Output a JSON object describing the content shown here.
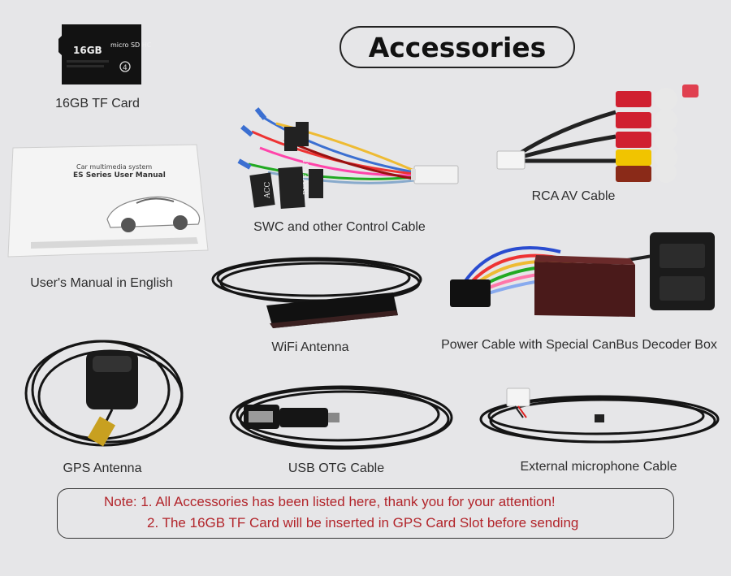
{
  "title": "Accessories",
  "tf_card": {
    "size_label": "16GB",
    "brand": "micro SD HC",
    "class_mark": "4",
    "caption": "16GB TF Card"
  },
  "manual": {
    "line1": "Car multimedia system",
    "line2": "ES Series User Manual",
    "caption": "User's Manual in English"
  },
  "swc_cable": {
    "tag_acc": "ACC",
    "tag_reverse": "REVERSE",
    "caption": "SWC and other Control Cable"
  },
  "rca_cable": {
    "caption": "RCA AV Cable"
  },
  "wifi_antenna": {
    "caption": "WiFi Antenna"
  },
  "power_cable": {
    "caption": "Power Cable with Special CanBus Decoder Box"
  },
  "gps_antenna": {
    "caption": "GPS Antenna"
  },
  "usb_cable": {
    "caption": "USB OTG Cable"
  },
  "mic_cable": {
    "caption": "External microphone Cable"
  },
  "note": {
    "line1": "Note:  1. All Accessories has been listed here, thank you for your attention!",
    "line2": "2. The 16GB TF Card will be inserted in GPS Card Slot before sending"
  },
  "colors": {
    "note_text": "#b2242a",
    "background": "#e6e6e8"
  }
}
